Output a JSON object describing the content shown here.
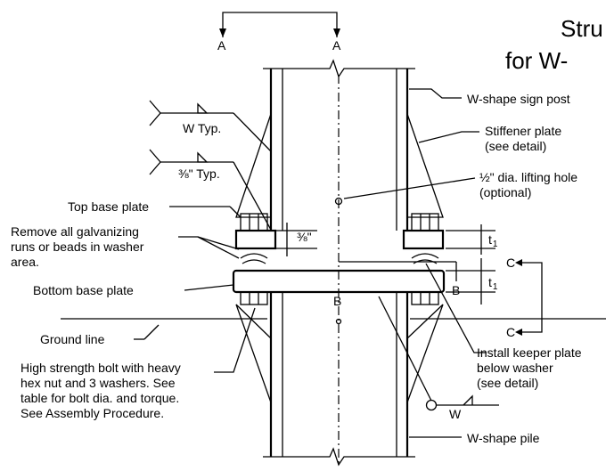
{
  "title": {
    "line1": "Stru",
    "line2": "for W-"
  },
  "section_labels": {
    "a_left": "A",
    "a_right": "A",
    "b_top": "B",
    "b_side": "B",
    "c_top": "C",
    "c_bottom": "C"
  },
  "callouts": {
    "sign_post": "W-shape sign post",
    "stiffener_1": "Stiffener plate",
    "stiffener_2": "(see detail)",
    "lifting_hole_1": "½\" dia. lifting hole",
    "lifting_hole_2": "(optional)",
    "keeper_1": "Install keeper plate",
    "keeper_2": "below washer",
    "keeper_3": "(see detail)",
    "pile": "W-shape pile",
    "top_base": "Top base plate",
    "remove_1": "Remove all galvanizing",
    "remove_2": "runs or beads in washer",
    "remove_3": "area.",
    "bottom_base": "Bottom base plate",
    "ground": "Ground line",
    "bolt_1": "High strength bolt with heavy",
    "bolt_2": "hex nut and 3 washers.  See",
    "bolt_3": "table for bolt dia. and torque.",
    "bolt_4": "See Assembly Procedure."
  },
  "weld_symbols": {
    "w_typ": "W Typ.",
    "frac_typ": "⅜\" Typ.",
    "w_bottom": "W"
  },
  "dimensions": {
    "gap": "⅜\"",
    "t1_top": "t",
    "t1_top_sub": "1",
    "t1_bottom": "t",
    "t1_bottom_sub": "1"
  }
}
